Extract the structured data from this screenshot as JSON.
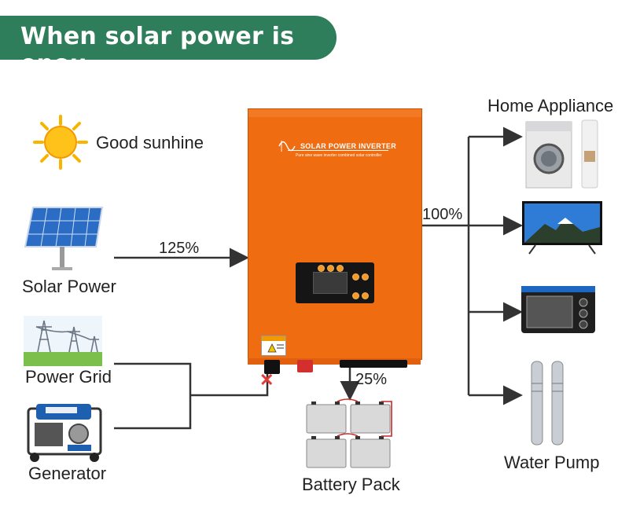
{
  "banner": {
    "title": "When solar power is enou"
  },
  "sources": {
    "sun_label": "Good sunhine",
    "solar_label": "Solar Power",
    "grid_label": "Power Grid",
    "generator_label": "Generator"
  },
  "inverter": {
    "title": "SOLAR POWER INVERTER",
    "subtitle": "Pure sine wave inverter combined solar controller"
  },
  "flows": {
    "solar_pct": "125%",
    "load_pct": "100%",
    "battery_pct": "25%"
  },
  "loads": {
    "home_label": "Home Appliance",
    "pump_label": "Water Pump"
  },
  "battery": {
    "label": "Battery Pack"
  },
  "colors": {
    "banner": "#2e7d5b",
    "inverter": "#f06c10",
    "cross": "#e53935"
  }
}
